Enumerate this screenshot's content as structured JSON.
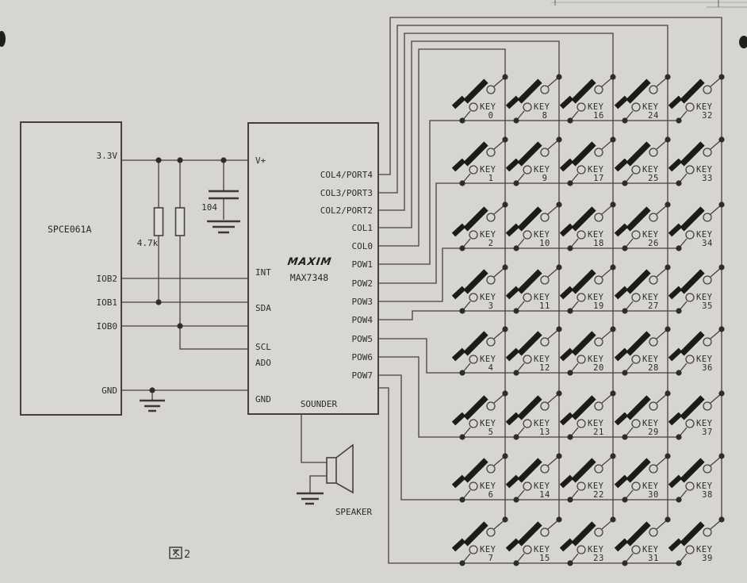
{
  "figure": {
    "caption": "图2",
    "caption_number": "2"
  },
  "colors": {
    "paper": "#d6d5d1",
    "line": "#45423c",
    "ink": "#2e2c28",
    "key_bar": "#1d1b18"
  },
  "spce061a": {
    "name": "SPCE061A",
    "pins": [
      "3.3V",
      "IOB2",
      "IOB1",
      "IOB0",
      "GND"
    ]
  },
  "max7348": {
    "logo": "MAXIM",
    "name": "MAX7348",
    "left_pins": [
      "V+",
      "INT",
      "SDA",
      "SCL",
      "ADO",
      "GND"
    ],
    "right_pins": [
      "COL4/PORT4",
      "COL3/PORT3",
      "COL2/PORT2",
      "COL1",
      "COL0",
      "POW1",
      "POW2",
      "POW3",
      "POW4",
      "POW5",
      "POW6",
      "POW7"
    ],
    "bottom_pin": "SOUNDER"
  },
  "components": {
    "pullup_resistor_value": "4.7k",
    "capacitor_value": "104",
    "speaker_label": "SPEAKER"
  },
  "keypad": {
    "key_prefix": "KEY",
    "key_numbers": [
      "0",
      "1",
      "2",
      "3",
      "4",
      "5",
      "6",
      "7",
      "8",
      "9",
      "10",
      "11",
      "12",
      "13",
      "14",
      "15",
      "16",
      "17",
      "18",
      "19",
      "20",
      "21",
      "22",
      "23",
      "24",
      "25",
      "26",
      "27",
      "28",
      "29",
      "30",
      "31",
      "32",
      "33",
      "34",
      "35",
      "36",
      "37",
      "38",
      "39"
    ]
  }
}
